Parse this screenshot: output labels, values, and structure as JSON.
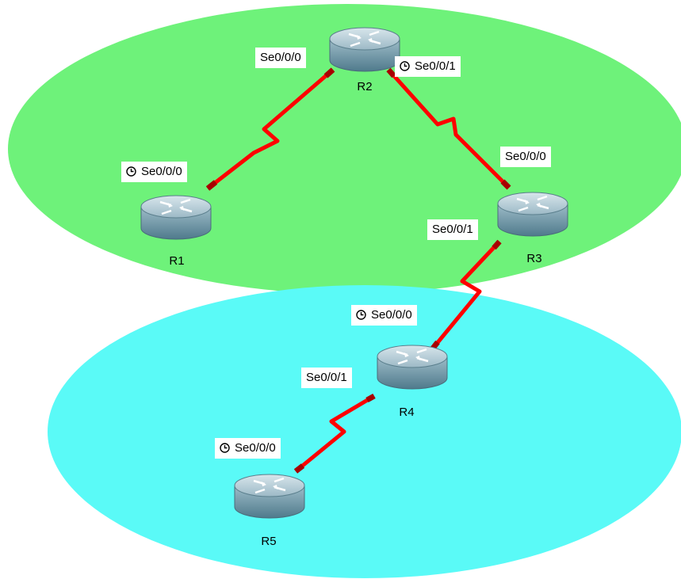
{
  "colors": {
    "upper_area": "#6ef27a",
    "lower_area": "#5afaf7",
    "serial_link": "#ff0000",
    "router_body": "#6f98a8"
  },
  "routers": [
    {
      "id": "r1",
      "label": "R1"
    },
    {
      "id": "r2",
      "label": "R2"
    },
    {
      "id": "r3",
      "label": "R3"
    },
    {
      "id": "r4",
      "label": "R4"
    },
    {
      "id": "r5",
      "label": "R5"
    }
  ],
  "interfaces": {
    "r2_left": {
      "text": "Se0/0/0",
      "clock": false
    },
    "r2_right": {
      "text": "Se0/0/1",
      "clock": true
    },
    "r1": {
      "text": "Se0/0/0",
      "clock": true
    },
    "r3_top": {
      "text": "Se0/0/0",
      "clock": false
    },
    "r3_left": {
      "text": "Se0/0/1",
      "clock": false
    },
    "r4_top": {
      "text": "Se0/0/0",
      "clock": true
    },
    "r4_left": {
      "text": "Se0/0/1",
      "clock": false
    },
    "r5": {
      "text": "Se0/0/0",
      "clock": true
    }
  },
  "links": [
    {
      "from": "R1",
      "to": "R2",
      "type": "serial"
    },
    {
      "from": "R2",
      "to": "R3",
      "type": "serial"
    },
    {
      "from": "R3",
      "to": "R4",
      "type": "serial"
    },
    {
      "from": "R4",
      "to": "R5",
      "type": "serial"
    }
  ]
}
